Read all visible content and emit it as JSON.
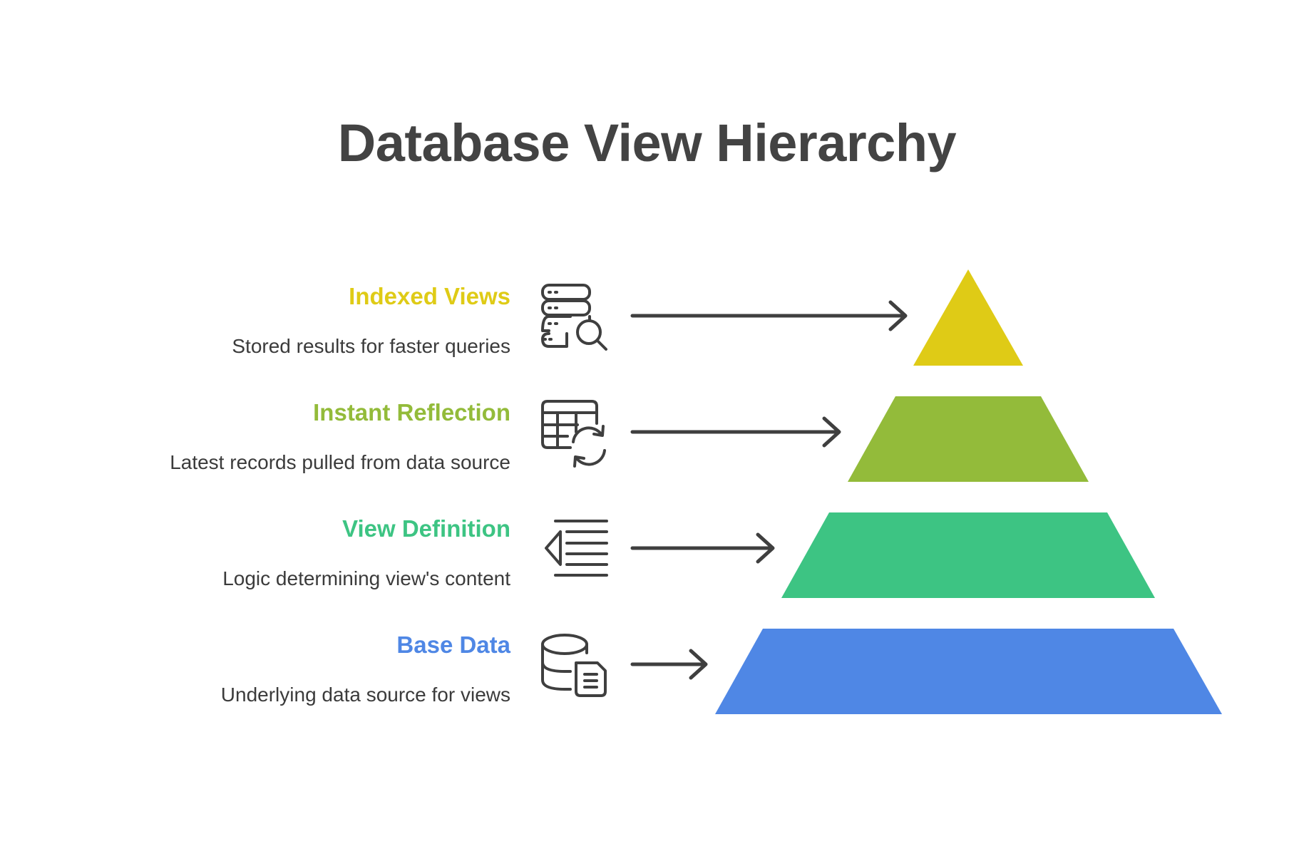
{
  "title": "Database View Hierarchy",
  "levels": [
    {
      "title": "Indexed Views",
      "description": "Stored results for faster queries",
      "color": "#dfcb16",
      "icon": "database-search-icon"
    },
    {
      "title": "Instant Reflection",
      "description": "Latest records pulled from data source",
      "color": "#93bb3a",
      "icon": "table-refresh-icon"
    },
    {
      "title": "View Definition",
      "description": "Logic determining view's content",
      "color": "#3dc483",
      "icon": "indent-list-icon"
    },
    {
      "title": "Base Data",
      "description": "Underlying data source for views",
      "color": "#4f87e5",
      "icon": "database-document-icon"
    }
  ],
  "colors": {
    "title": "#434343",
    "text": "#3b3b3b",
    "icon_stroke": "#3f3f3f",
    "arrow": "#3f3f3f"
  }
}
